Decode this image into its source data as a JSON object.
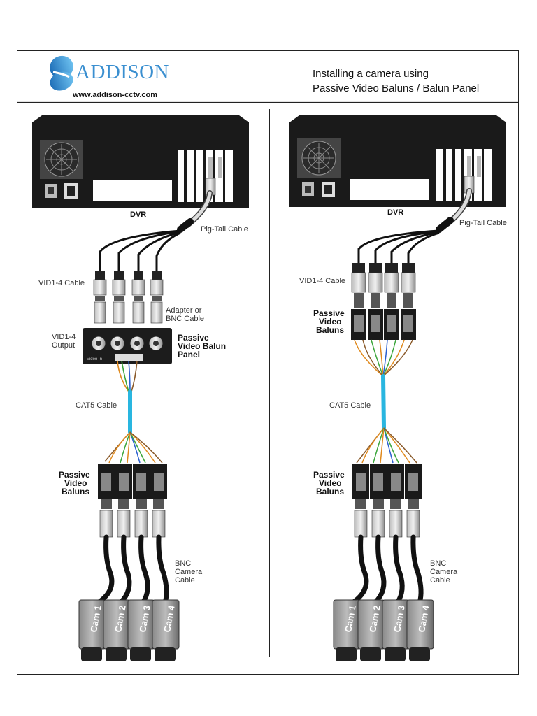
{
  "header": {
    "brand": "ADDISON",
    "url": "www.addison-cctv.com",
    "title_line1": "Installing a camera using",
    "title_line2": "Passive Video Baluns / Balun Panel"
  },
  "left": {
    "dvr": "DVR",
    "pigtail": "Pig-Tail Cable",
    "vid_cable": "VID1-4 Cable",
    "adapter_1": "Adapter or",
    "adapter_2": "BNC Cable",
    "vid_out_1": "VID1-4",
    "vid_out_2": "Output",
    "panel_1": "Passive",
    "panel_2": "Video Balun",
    "panel_3": "Panel",
    "panel_sub": "Video In",
    "cat5": "CAT5 Cable",
    "baluns_1": "Passive",
    "baluns_2": "Video",
    "baluns_3": "Baluns",
    "bnc_1": "BNC",
    "bnc_2": "Camera",
    "bnc_3": "Cable"
  },
  "right": {
    "dvr": "DVR",
    "pigtail": "Pig-Tail Cable",
    "vid_cable": "VID1-4 Cable",
    "tbal_1": "Passive",
    "tbal_2": "Video",
    "tbal_3": "Baluns",
    "cat5": "CAT5 Cable",
    "baluns_1": "Passive",
    "baluns_2": "Video",
    "baluns_3": "Baluns",
    "bnc_1": "BNC",
    "bnc_2": "Camera",
    "bnc_3": "Cable"
  },
  "cams": [
    "Cam 1",
    "Cam 2",
    "Cam 3",
    "Cam 4"
  ],
  "colors": {
    "logo_blue": "#3a8fd0",
    "cat5": "#29b6e0",
    "wire_orange": "#e08a1e",
    "wire_green": "#3aa53a",
    "wire_blue": "#2a5fd0",
    "wire_brown": "#8a5a2a"
  }
}
